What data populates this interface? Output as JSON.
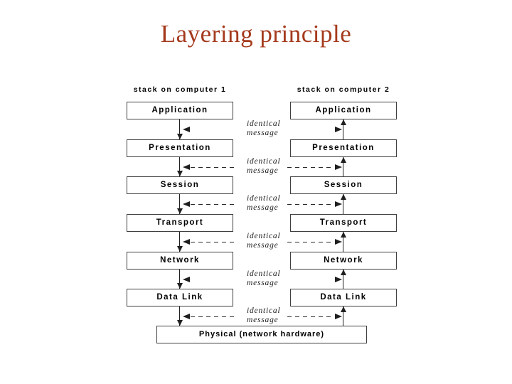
{
  "slide": {
    "title": "Layering principle",
    "title_color": "#a53a1d",
    "background": "#ffffff"
  },
  "diagram": {
    "stack1_header": "stack on computer 1",
    "stack2_header": "stack on computer 2",
    "layers": [
      {
        "label": "Application"
      },
      {
        "label": "Presentation"
      },
      {
        "label": "Session"
      },
      {
        "label": "Transport"
      },
      {
        "label": "Network"
      },
      {
        "label": "Data Link"
      }
    ],
    "physical_label": "Physical (network hardware)",
    "peer_label": {
      "line1": "identical",
      "line2": "message"
    },
    "connector_rows": [
      {
        "has_dashes": false
      },
      {
        "has_dashes": true
      },
      {
        "has_dashes": true
      },
      {
        "has_dashes": true
      },
      {
        "has_dashes": false
      },
      {
        "has_dashes": true
      }
    ],
    "colors": {
      "box_border": "#3f3f3f",
      "line": "#1f1f1f",
      "text": "#000000",
      "peer_text": "#1a1a1a"
    }
  }
}
